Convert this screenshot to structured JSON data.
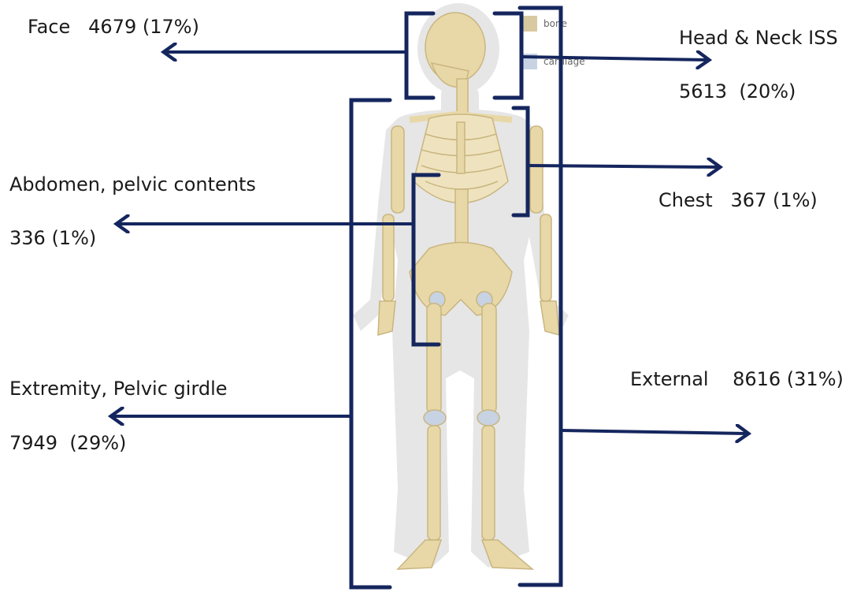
{
  "labels": {
    "face": "Face   4679 (17%)",
    "head_neck_title": "Head & Neck ISS",
    "head_neck_value": "5613  (20%)",
    "abdomen_title": "Abdomen, pelvic contents",
    "abdomen_value": "336 (1%)",
    "chest": "Chest   367 (1%)",
    "extremity_title": "Extremity, Pelvic girdle",
    "extremity_value": "7949  (29%)",
    "external": "External    8616 (31%)"
  },
  "legend": {
    "bone": "bone",
    "cartilage": "cartilage"
  },
  "colors": {
    "bracket": "#15265e",
    "bone": "#e8d8a8",
    "bone_outline": "#c9b57f",
    "cartilage": "#c7d3e3",
    "silhouette": "#e6e6e6"
  }
}
